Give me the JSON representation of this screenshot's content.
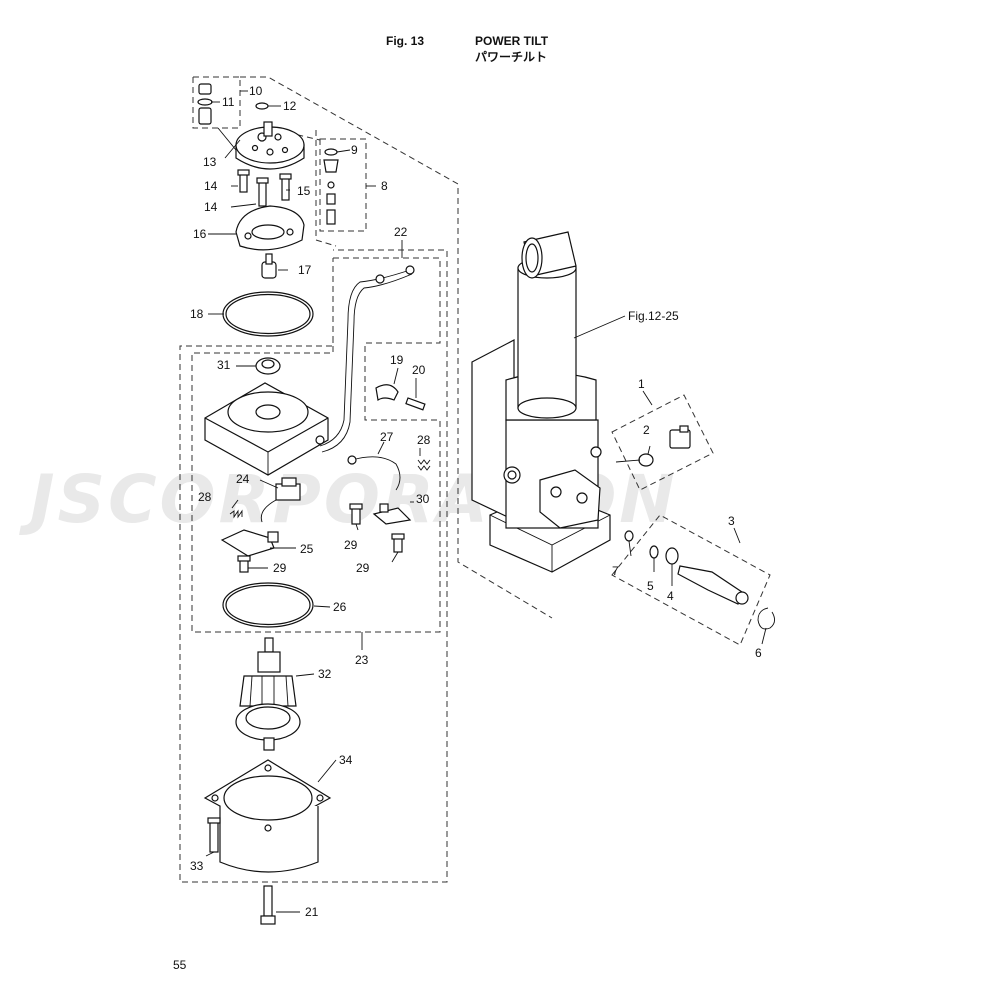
{
  "header": {
    "fig_number": "Fig. 13",
    "title": "POWER TILT",
    "title_jp": "パワーチルト"
  },
  "watermark": "JSCORPORATION",
  "page_number": "55",
  "reference": "Fig.12-25",
  "callouts": {
    "c1": "1",
    "c2": "2",
    "c3": "3",
    "c4": "4",
    "c5": "5",
    "c6": "6",
    "c7": "7",
    "c8": "8",
    "c9": "9",
    "c10": "10",
    "c11": "11",
    "c12": "12",
    "c13": "13",
    "c14a": "14",
    "c14b": "14",
    "c15": "15",
    "c16": "16",
    "c17": "17",
    "c18": "18",
    "c19": "19",
    "c20": "20",
    "c21": "21",
    "c22": "22",
    "c23": "23",
    "c24": "24",
    "c25": "25",
    "c26": "26",
    "c27": "27",
    "c28a": "28",
    "c28b": "28",
    "c29a": "29",
    "c29b": "29",
    "c29c": "29",
    "c30": "30",
    "c31": "31",
    "c32": "32",
    "c33": "33",
    "c34": "34"
  }
}
